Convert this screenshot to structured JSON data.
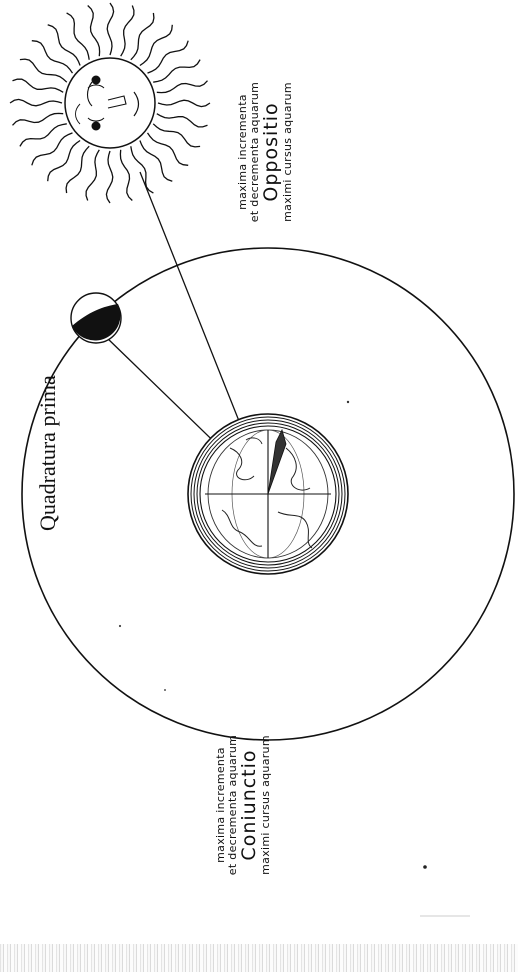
{
  "top_label": "Quadratura prima",
  "opposition": {
    "line1": "maxima incrementa",
    "line2": "et decrementa aquarum",
    "title": "Oppositio",
    "line3": "maximi cursus    aquarum"
  },
  "conjunction": {
    "line1": "maxima incrementa",
    "line2": "et decrementa aquarum",
    "title": "Coniunctio",
    "line3": "maximi cursus    aquarum"
  },
  "figures": {
    "sun": "sun-face",
    "moon": "half-shaded-moon",
    "earth": "earth-globe"
  }
}
